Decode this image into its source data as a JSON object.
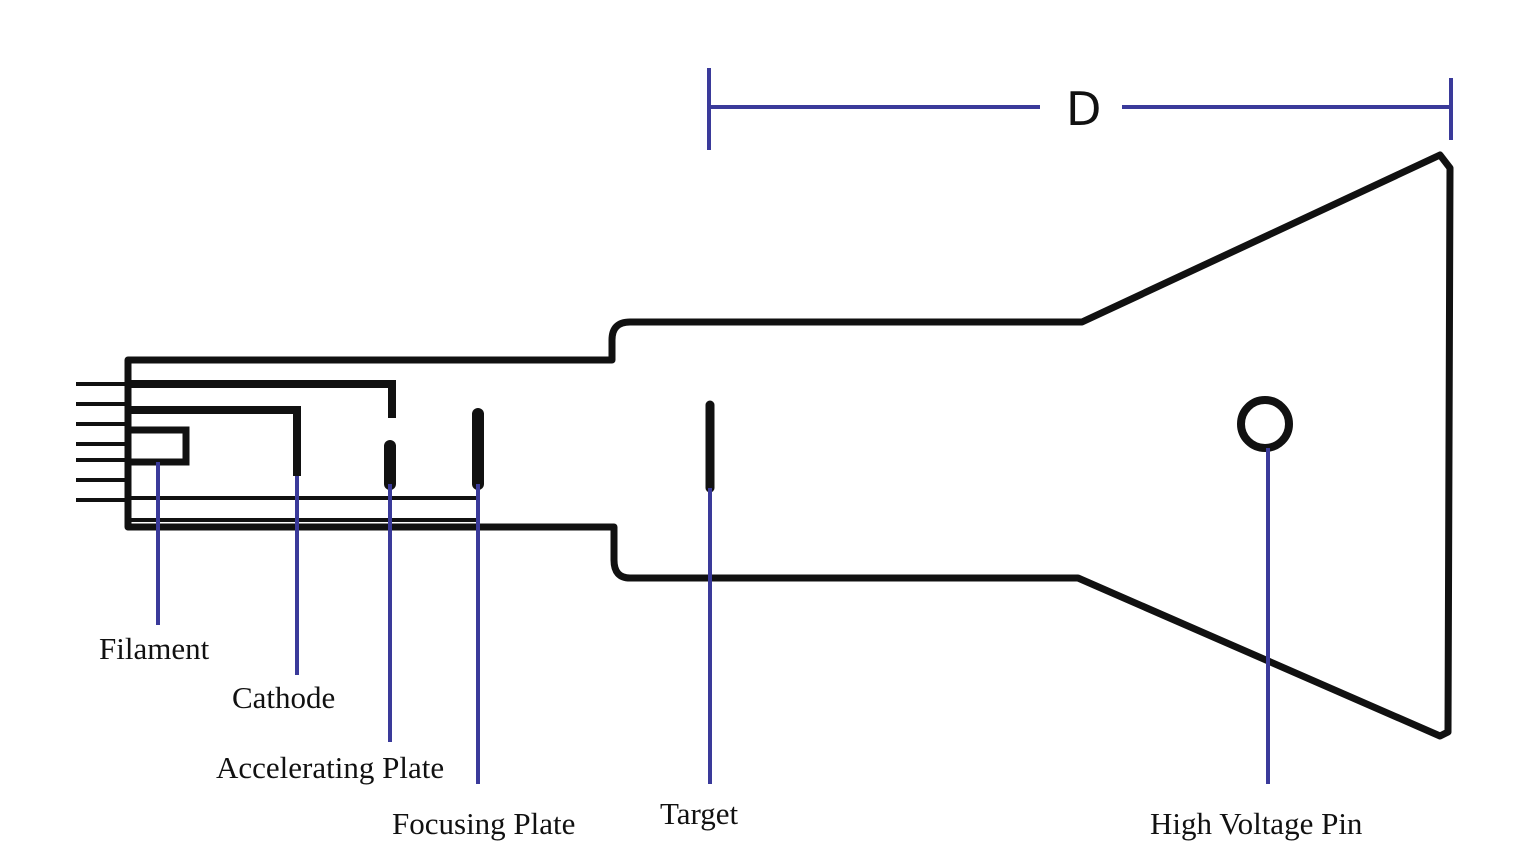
{
  "labels": {
    "filament": "Filament",
    "cathode": "Cathode",
    "accelerating_plate": "Accelerating Plate",
    "focusing_plate": "Focusing Plate",
    "target": "Target",
    "high_voltage_pin": "High Voltage Pin",
    "dimension": "D"
  },
  "colors": {
    "outline": "#111111",
    "leader": "#3a3a9a"
  }
}
